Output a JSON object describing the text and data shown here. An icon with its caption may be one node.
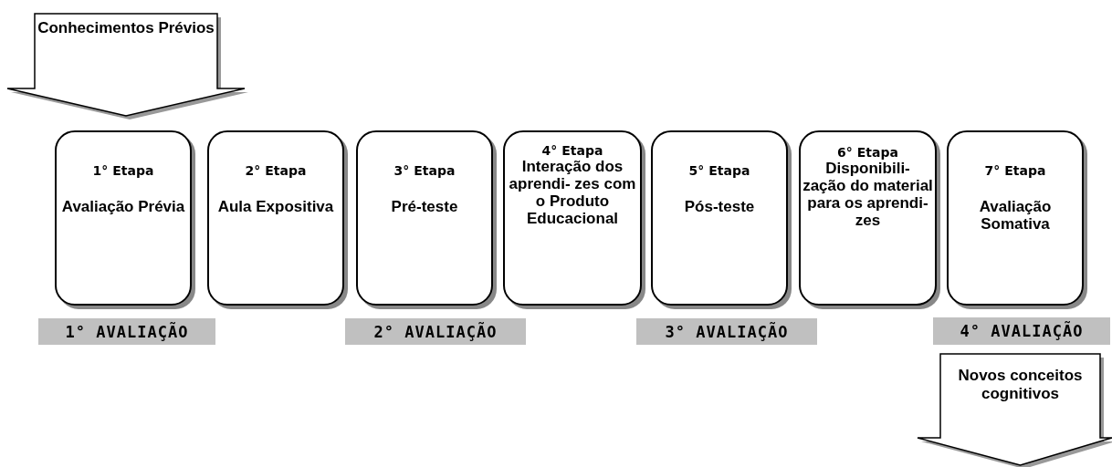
{
  "diagram": {
    "nodes": [
      {
        "text": [
          "Conhecimentos Prévios"
        ]
      },
      {
        "text": [
          "1° Etapa",
          "Avaliação Prévia"
        ]
      },
      {
        "text": [
          "2° Etapa",
          "Aula Expositiva"
        ]
      },
      {
        "text": [
          "3° Etapa",
          "Pré-teste"
        ]
      },
      {
        "text": [
          "4° Etapa",
          "Interação dos aprendi- zes com o Produto Educacional"
        ]
      },
      {
        "text": [
          "5° Etapa",
          "Pós-teste"
        ]
      },
      {
        "text": [
          "6° Etapa",
          "Disponibili- zação do material para os aprendi- zes"
        ]
      },
      {
        "text": [
          "7° Etapa",
          "Avaliação Somativa"
        ]
      },
      {
        "text": [
          "1° AVALIAÇÃO"
        ]
      },
      {
        "text": [
          "2° AVALIAÇÃO"
        ]
      },
      {
        "text": [
          "3° AVALIAÇÃO"
        ]
      },
      {
        "text": [
          "4° AVALIAÇÃO"
        ]
      },
      {
        "text": [
          "Novos conceitos cognitivos"
        ]
      }
    ]
  }
}
